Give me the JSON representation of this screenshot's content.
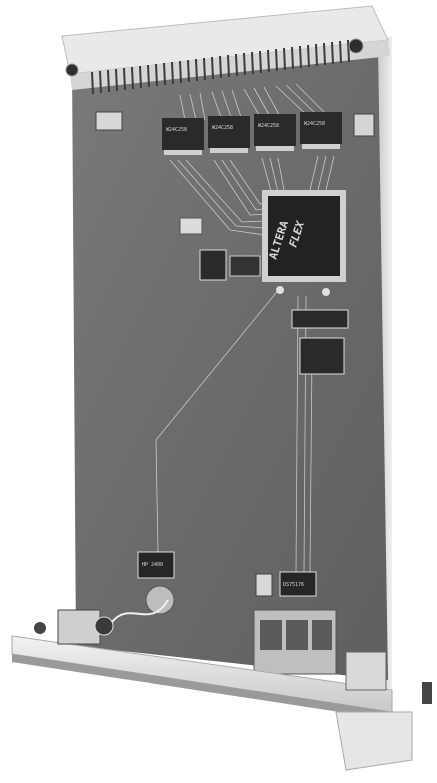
{
  "photo": {
    "subject": "circuit-board-module",
    "colors": {
      "background": "#ffffff",
      "board": "#6e6e6e",
      "board_dark": "#555555",
      "chip": "#2a2a2a",
      "trace": "#d9d9d9",
      "metal": "#c8c8c8",
      "rail": "#dedede"
    }
  },
  "chips": {
    "memory_marking": "W24C258",
    "fpga_brand": "ALTERA",
    "fpga_family": "FLEX",
    "dip_left_marking": "HP 2400",
    "dip_mid_marking": "DS75176"
  }
}
